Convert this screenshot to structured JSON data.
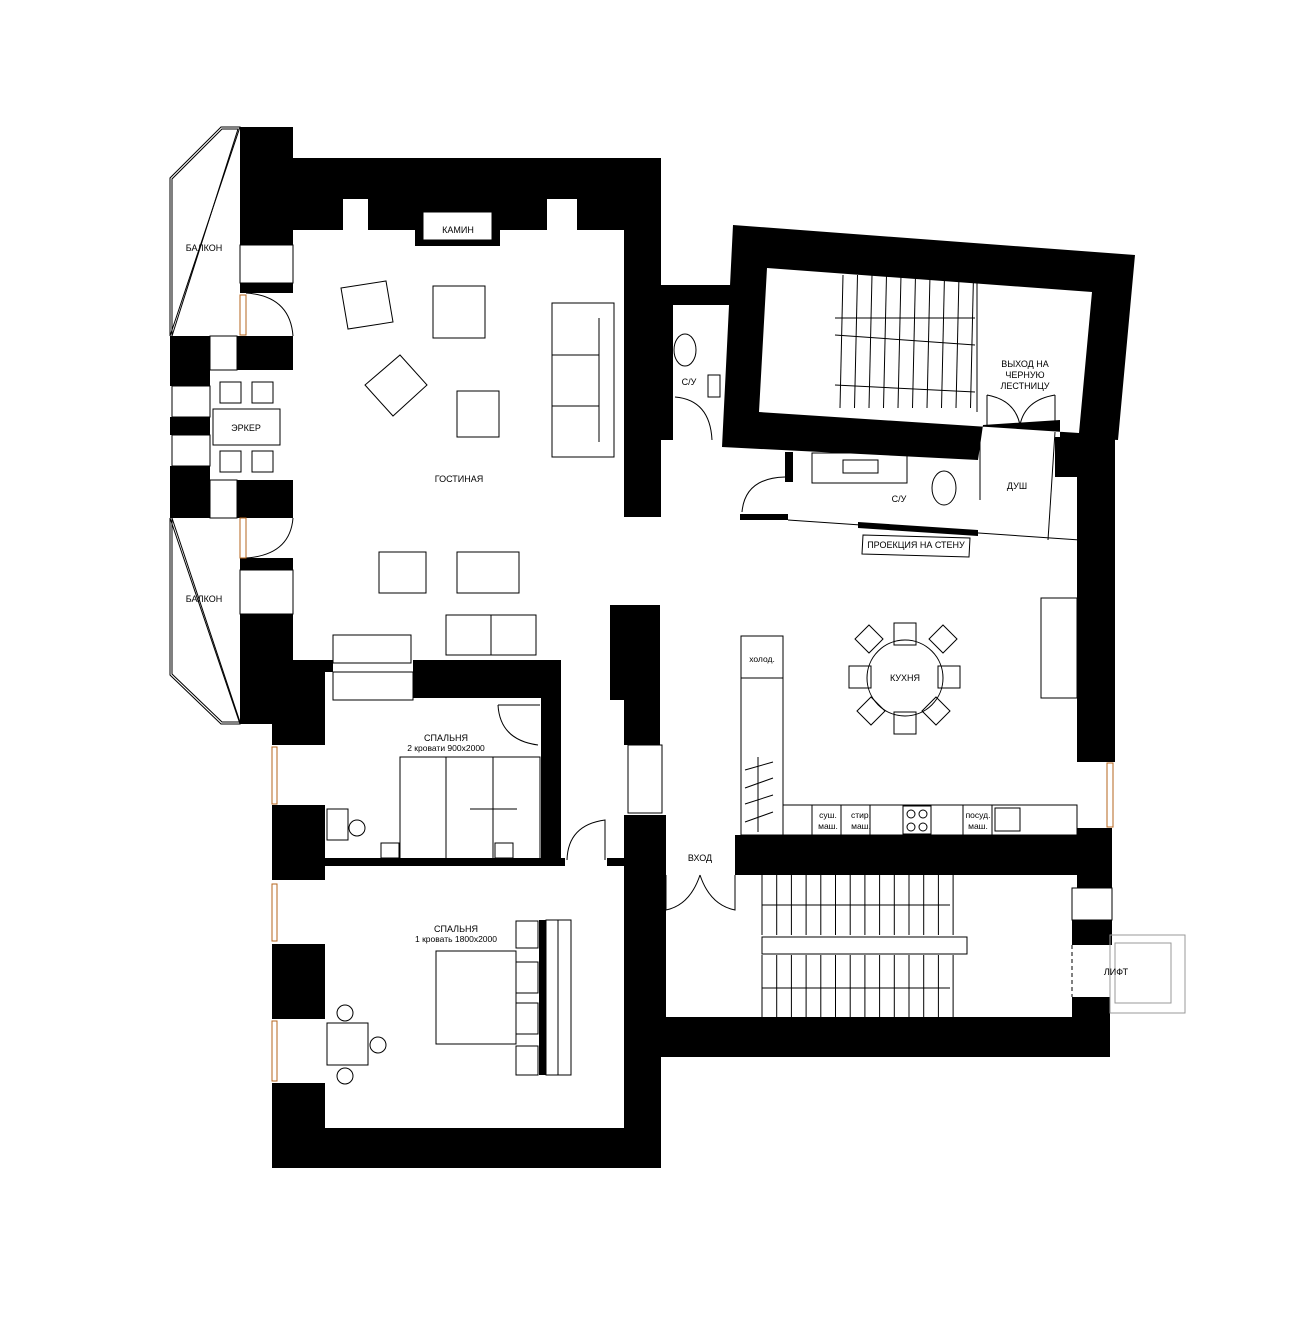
{
  "plan": {
    "rooms": {
      "balcony_top": "БАЛКОН",
      "balcony_bottom": "БАЛКОН",
      "bay": "ЭРКЕР",
      "fireplace": "КАМИН",
      "living": "ГОСТИНАЯ",
      "wc_small": "С/У",
      "wc_main": "С/У",
      "shower": "ДУШ",
      "back_exit_line1": "ВЫХОД НА",
      "back_exit_line2": "ЧЕРНУЮ",
      "back_exit_line3": "ЛЕСТНИЦУ",
      "projection": "ПРОЕКЦИЯ НА СТЕНУ",
      "kitchen": "КУХНЯ",
      "fridge": "холод.",
      "dryer_line1": "суш.",
      "dryer_line2": "маш.",
      "washer_line1": "стир.",
      "washer_line2": "маш.",
      "dishwasher_line1": "посуд.",
      "dishwasher_line2": "маш.",
      "entrance": "ВХОД",
      "bedroom1_title": "СПАЛЬНЯ",
      "bedroom1_sub": "2 кровати 900x2000",
      "bedroom2_title": "СПАЛЬНЯ",
      "bedroom2_sub": "1 кровать 1800x2000",
      "lift": "ЛИФТ"
    },
    "colors": {
      "wall": "#000000",
      "window_frame": "#b5651d",
      "furniture_gray": "#999999"
    }
  }
}
